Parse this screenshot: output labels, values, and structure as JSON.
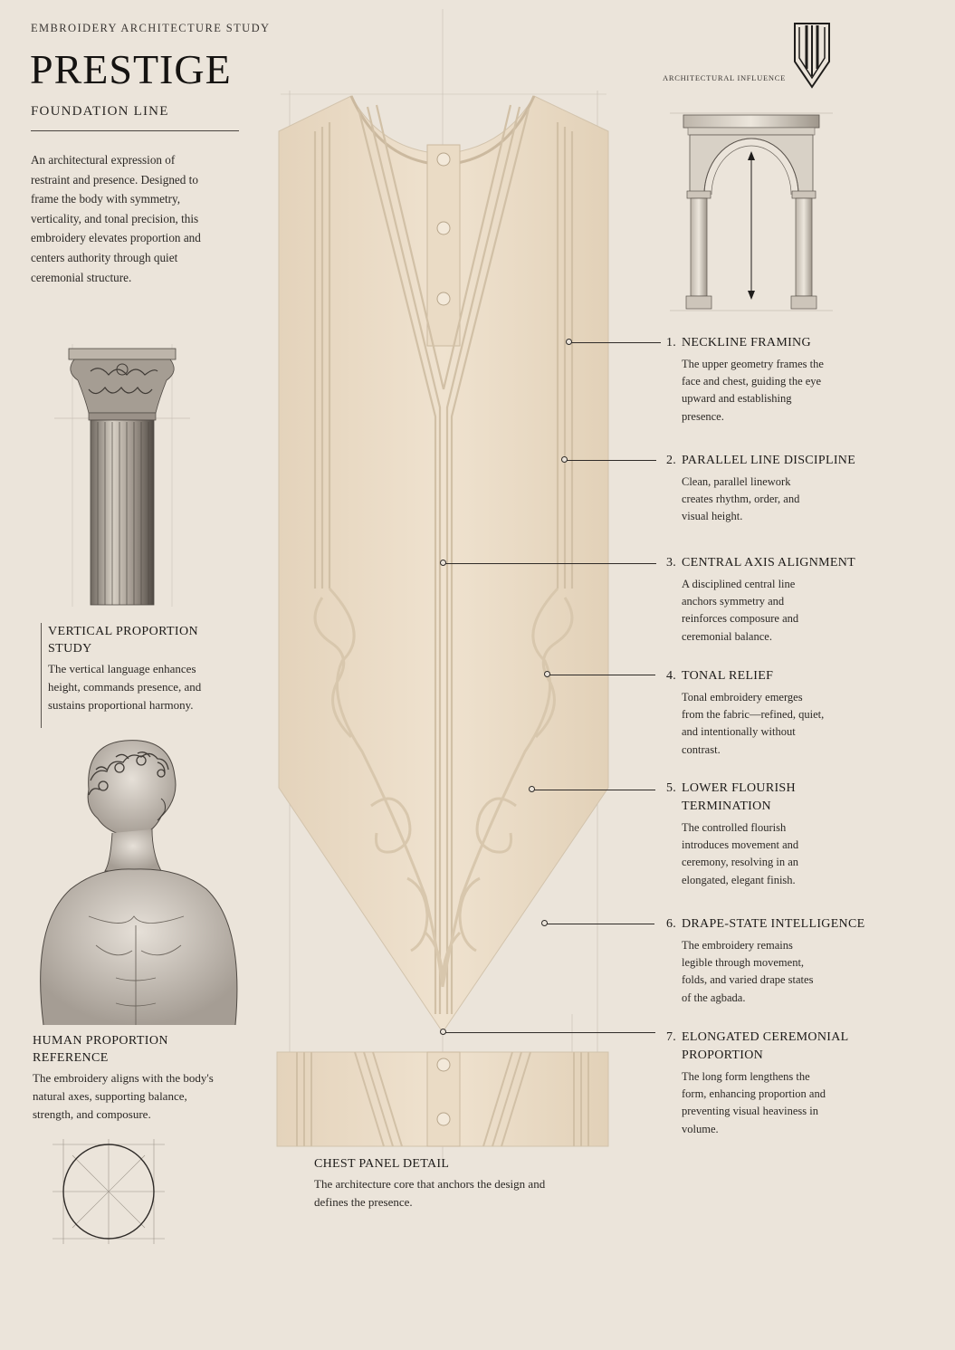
{
  "header": {
    "eyebrow": "EMBROIDERY ARCHITECTURE STUDY",
    "title": "PRESTIGE",
    "subtitle": "FOUNDATION LINE",
    "intro": "An architectural expression of restraint and presence. Designed to frame the body with symmetry, verticality, and tonal precision, this embroidery elevates proportion and centers authority through quiet ceremonial structure."
  },
  "influence": {
    "label": "ARCHITECTURAL INFLUENCE"
  },
  "vertical_study": {
    "heading": "VERTICAL PROPORTION STUDY",
    "body": "The vertical language enhances height, commands presence, and sustains proportional harmony."
  },
  "human_reference": {
    "heading": "HUMAN PROPORTION REFERENCE",
    "body": "The embroidery aligns with the body's natural axes, supporting balance, strength, and composure."
  },
  "notes": [
    {
      "num": "1.",
      "title": "NECKLINE FRAMING",
      "body": "The upper geometry frames the face and chest, guiding the eye upward and establishing presence."
    },
    {
      "num": "2.",
      "title": "PARALLEL LINE DISCIPLINE",
      "body": "Clean, parallel linework creates rhythm, order, and visual height."
    },
    {
      "num": "3.",
      "title": "CENTRAL AXIS ALIGNMENT",
      "body": "A disciplined central line anchors symmetry and reinforces composure and ceremonial balance."
    },
    {
      "num": "4.",
      "title": "TONAL RELIEF",
      "body": "Tonal embroidery emerges from the fabric—refined, quiet, and intentionally without contrast."
    },
    {
      "num": "5.",
      "title": "LOWER FLOURISH TERMINATION",
      "body": "The controlled flourish introduces movement and ceremony, resolving in an elongated, elegant finish."
    },
    {
      "num": "6.",
      "title": "DRAPE-STATE INTELLIGENCE",
      "body": "The embroidery remains legible through movement, folds, and varied drape states of the agbada."
    },
    {
      "num": "7.",
      "title": "ELONGATED CEREMONIAL PROPORTION",
      "body": "The long form lengthens the form, enhancing proportion and preventing visual heaviness in volume."
    }
  ],
  "chest_panel": {
    "heading": "CHEST PANEL DETAIL",
    "body": "The architecture core that anchors the design and defines the presence."
  },
  "colors": {
    "paper": "#ebe4da",
    "fabric": "#ebdcc6",
    "ink": "#1f1d1b"
  },
  "icons": [
    "brand-crest-icon",
    "corinthian-column-illustration",
    "arch-illustration",
    "bust-illustration",
    "proportion-circle-diagram"
  ]
}
